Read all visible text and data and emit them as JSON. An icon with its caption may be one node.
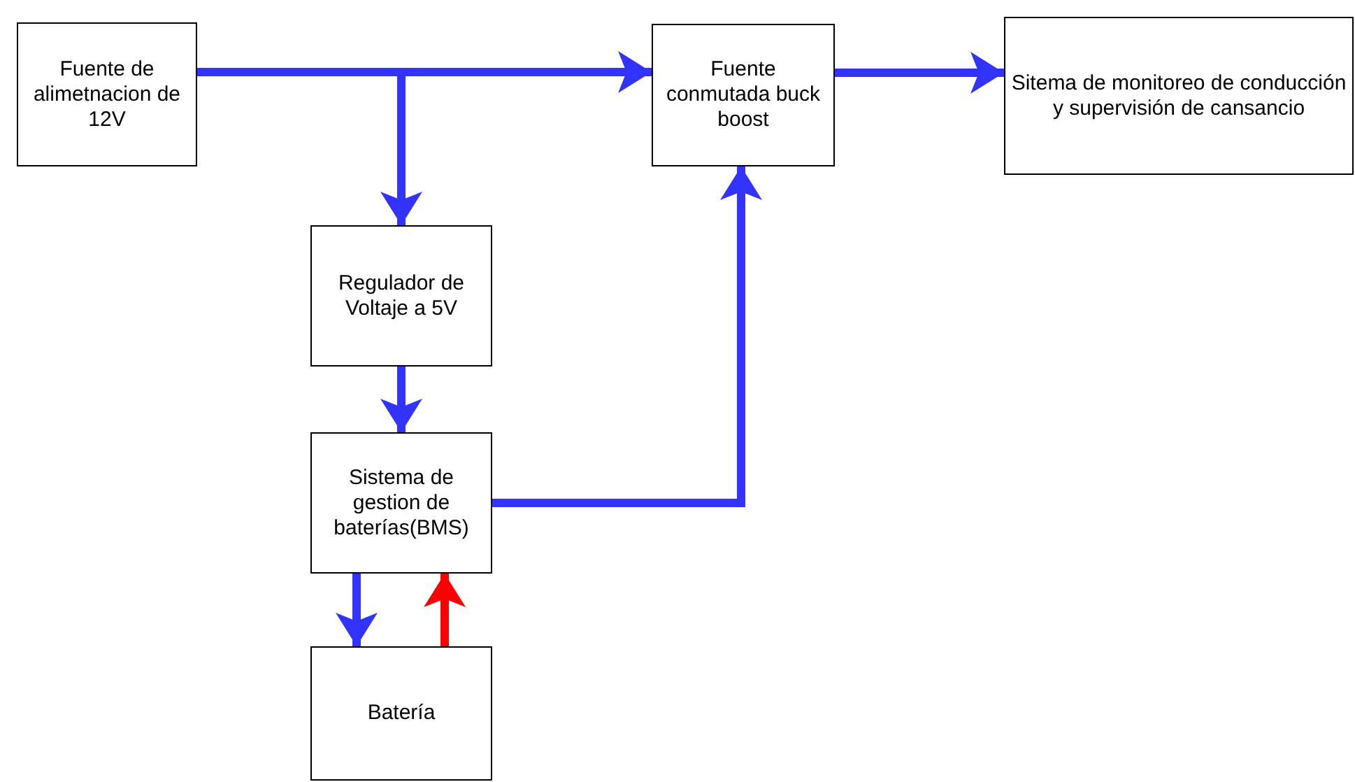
{
  "diagram": {
    "nodes": [
      {
        "text": [
          "Fuente de alimetnacion de 12V"
        ]
      },
      {
        "text": [
          "Fuente conmutada buck boost"
        ]
      },
      {
        "text": [
          "Sitema de monitoreo de conducción y supervisión de cansancio"
        ]
      },
      {
        "text": [
          "Regulador de Voltaje a 5V"
        ]
      },
      {
        "text": [
          "Sistema de gestion de baterías(BMS)"
        ]
      },
      {
        "text": [
          "Batería"
        ]
      }
    ],
    "edges": [
      {
        "from": 0,
        "to": 1,
        "arrow": "to"
      },
      {
        "from": 1,
        "to": 2,
        "arrow": "to"
      },
      {
        "from": 0,
        "to": 3,
        "arrow": "to"
      },
      {
        "from": 3,
        "to": 4,
        "arrow": "to"
      },
      {
        "from": 4,
        "to": 1,
        "arrow": "to"
      },
      {
        "from": 4,
        "to": 5,
        "arrow": "to"
      },
      {
        "from": 5,
        "to": 4,
        "arrow": "to",
        "color": "#ff0000"
      }
    ]
  }
}
